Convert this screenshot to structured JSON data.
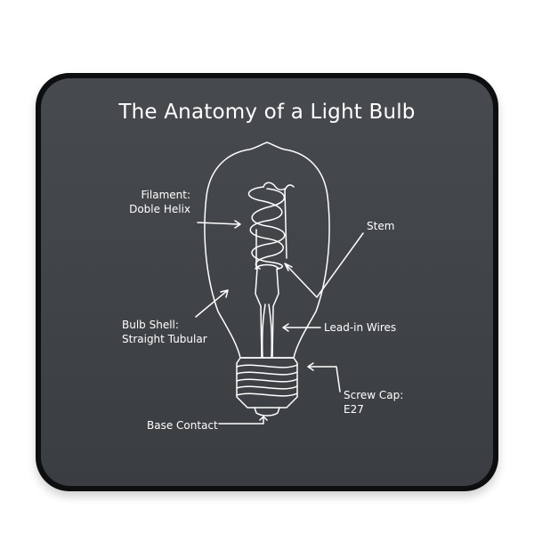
{
  "title": "The Anatomy of a Light Bulb",
  "labels": {
    "filament_line1": "Filament:",
    "filament_line2": "Doble Helix",
    "stem": "Stem",
    "bulb_shell_line1": "Bulb Shell:",
    "bulb_shell_line2": "Straight Tubular",
    "lead_in_wires": "Lead-in Wires",
    "screw_cap_line1": "Screw Cap:",
    "screw_cap_line2": "E27",
    "base_contact": "Base Contact"
  },
  "colors": {
    "mousepad_border": "#0d0e10",
    "mousepad_surface": "#3f4347",
    "line_art": "#ffffff"
  }
}
